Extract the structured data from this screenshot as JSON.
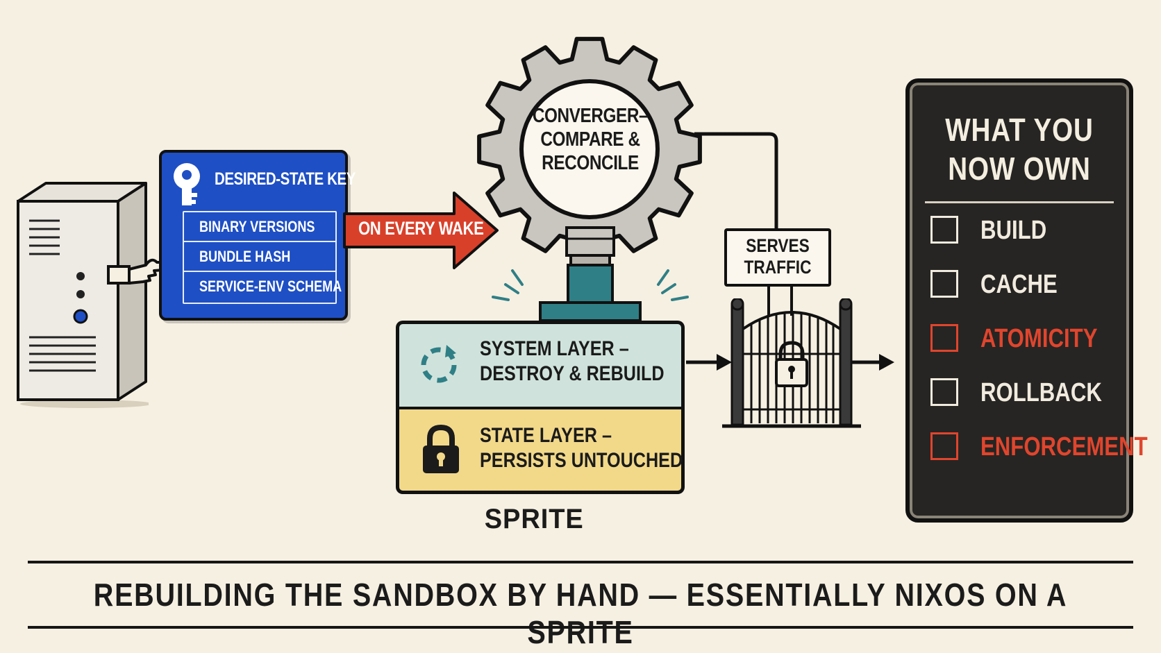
{
  "key_card": {
    "title": "DESIRED-STATE KEY",
    "items": [
      "BINARY VERSIONS",
      "BUNDLE HASH",
      "SERVICE-ENV SCHEMA"
    ]
  },
  "arrow_label": "ON EVERY WAKE",
  "converger": {
    "lines": [
      "CONVERGER–",
      "COMPARE &",
      "RECONCILE"
    ]
  },
  "sprite": {
    "system_layer": [
      "SYSTEM LAYER –",
      "DESTROY & REBUILD"
    ],
    "state_layer": [
      "STATE LAYER –",
      "PERSISTS UNTOUCHED"
    ],
    "label": "SPRITE"
  },
  "traffic": {
    "lines": [
      "SERVES",
      "TRAFFIC"
    ]
  },
  "ownership": {
    "title": [
      "WHAT YOU",
      "NOW OWN"
    ],
    "items": [
      {
        "label": "BUILD",
        "highlight": false
      },
      {
        "label": "CACHE",
        "highlight": false
      },
      {
        "label": "ATOMICITY",
        "highlight": true
      },
      {
        "label": "ROLLBACK",
        "highlight": false
      },
      {
        "label": "ENFORCEMENT",
        "highlight": true
      }
    ]
  },
  "footer": "REBUILDING THE SANDBOX BY HAND — ESSENTIALLY NIXOS ON A SPRITE",
  "colors": {
    "background": "#f6f0e2",
    "key_blue": "#1f4fc4",
    "arrow_red": "#d8402a",
    "system_layer": "#cfe3dc",
    "state_layer": "#f2d98a",
    "teal": "#2f7f86",
    "panel": "#262523",
    "highlight_red": "#e0452d"
  },
  "icons": [
    "server-icon",
    "pointing-hand-icon",
    "key-icon",
    "gear-icon",
    "refresh-icon",
    "padlock-icon",
    "gate-icon",
    "checkbox-icon"
  ]
}
